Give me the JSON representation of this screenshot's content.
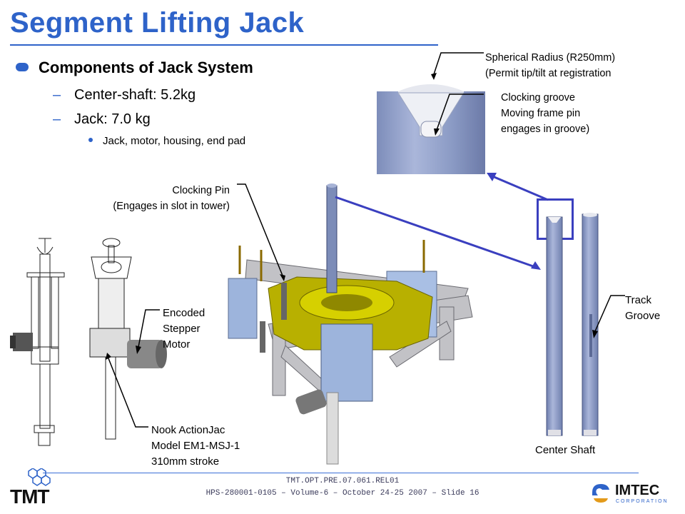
{
  "slide": {
    "title": "Segment Lifting Jack",
    "heading": "Components of Jack System",
    "items": [
      "Center-shaft: 5.2kg",
      "Jack: 7.0 kg"
    ],
    "subitem": "Jack, motor, housing, end pad"
  },
  "callouts": {
    "spherical_line1": "Spherical Radius (R250mm)",
    "spherical_line2": "(Permit tip/tilt at registration",
    "clocking_groove_1": "Clocking groove",
    "clocking_groove_2": "Moving frame pin",
    "clocking_groove_3": "engages in groove)",
    "clocking_pin_1": "Clocking Pin",
    "clocking_pin_2": "(Engages in slot in tower)",
    "encoded_1": "Encoded",
    "encoded_2": "Stepper",
    "encoded_3": "Motor",
    "nook_1": "Nook ActionJac",
    "nook_2": "Model EM1-MSJ-1",
    "nook_3": "310mm stroke",
    "track_1": "Track",
    "track_2": "Groove",
    "center_shaft": "Center Shaft"
  },
  "footer": {
    "doc_id": "TMT.OPT.PRE.07.061.REL01",
    "line2": "HPS-280001-0105 – Volume-6 – October 24-25 2007 – Slide 16"
  },
  "logos": {
    "left": "TMT",
    "right": "IMTEC",
    "right_sub": "CORPORATION"
  },
  "colors": {
    "title_blue": "#2e63c9",
    "arrow_blue": "#3a3fbf",
    "shaft_blue": "#8a9ac4",
    "frame_gray": "#b8b8bc",
    "jack_yellow": "#b8b000",
    "box_blue": "#9db4dc"
  },
  "icons": [
    "bullet-pill-icon",
    "bullet-dot-icon",
    "tmt-logo-icon",
    "imtec-logo-icon"
  ]
}
